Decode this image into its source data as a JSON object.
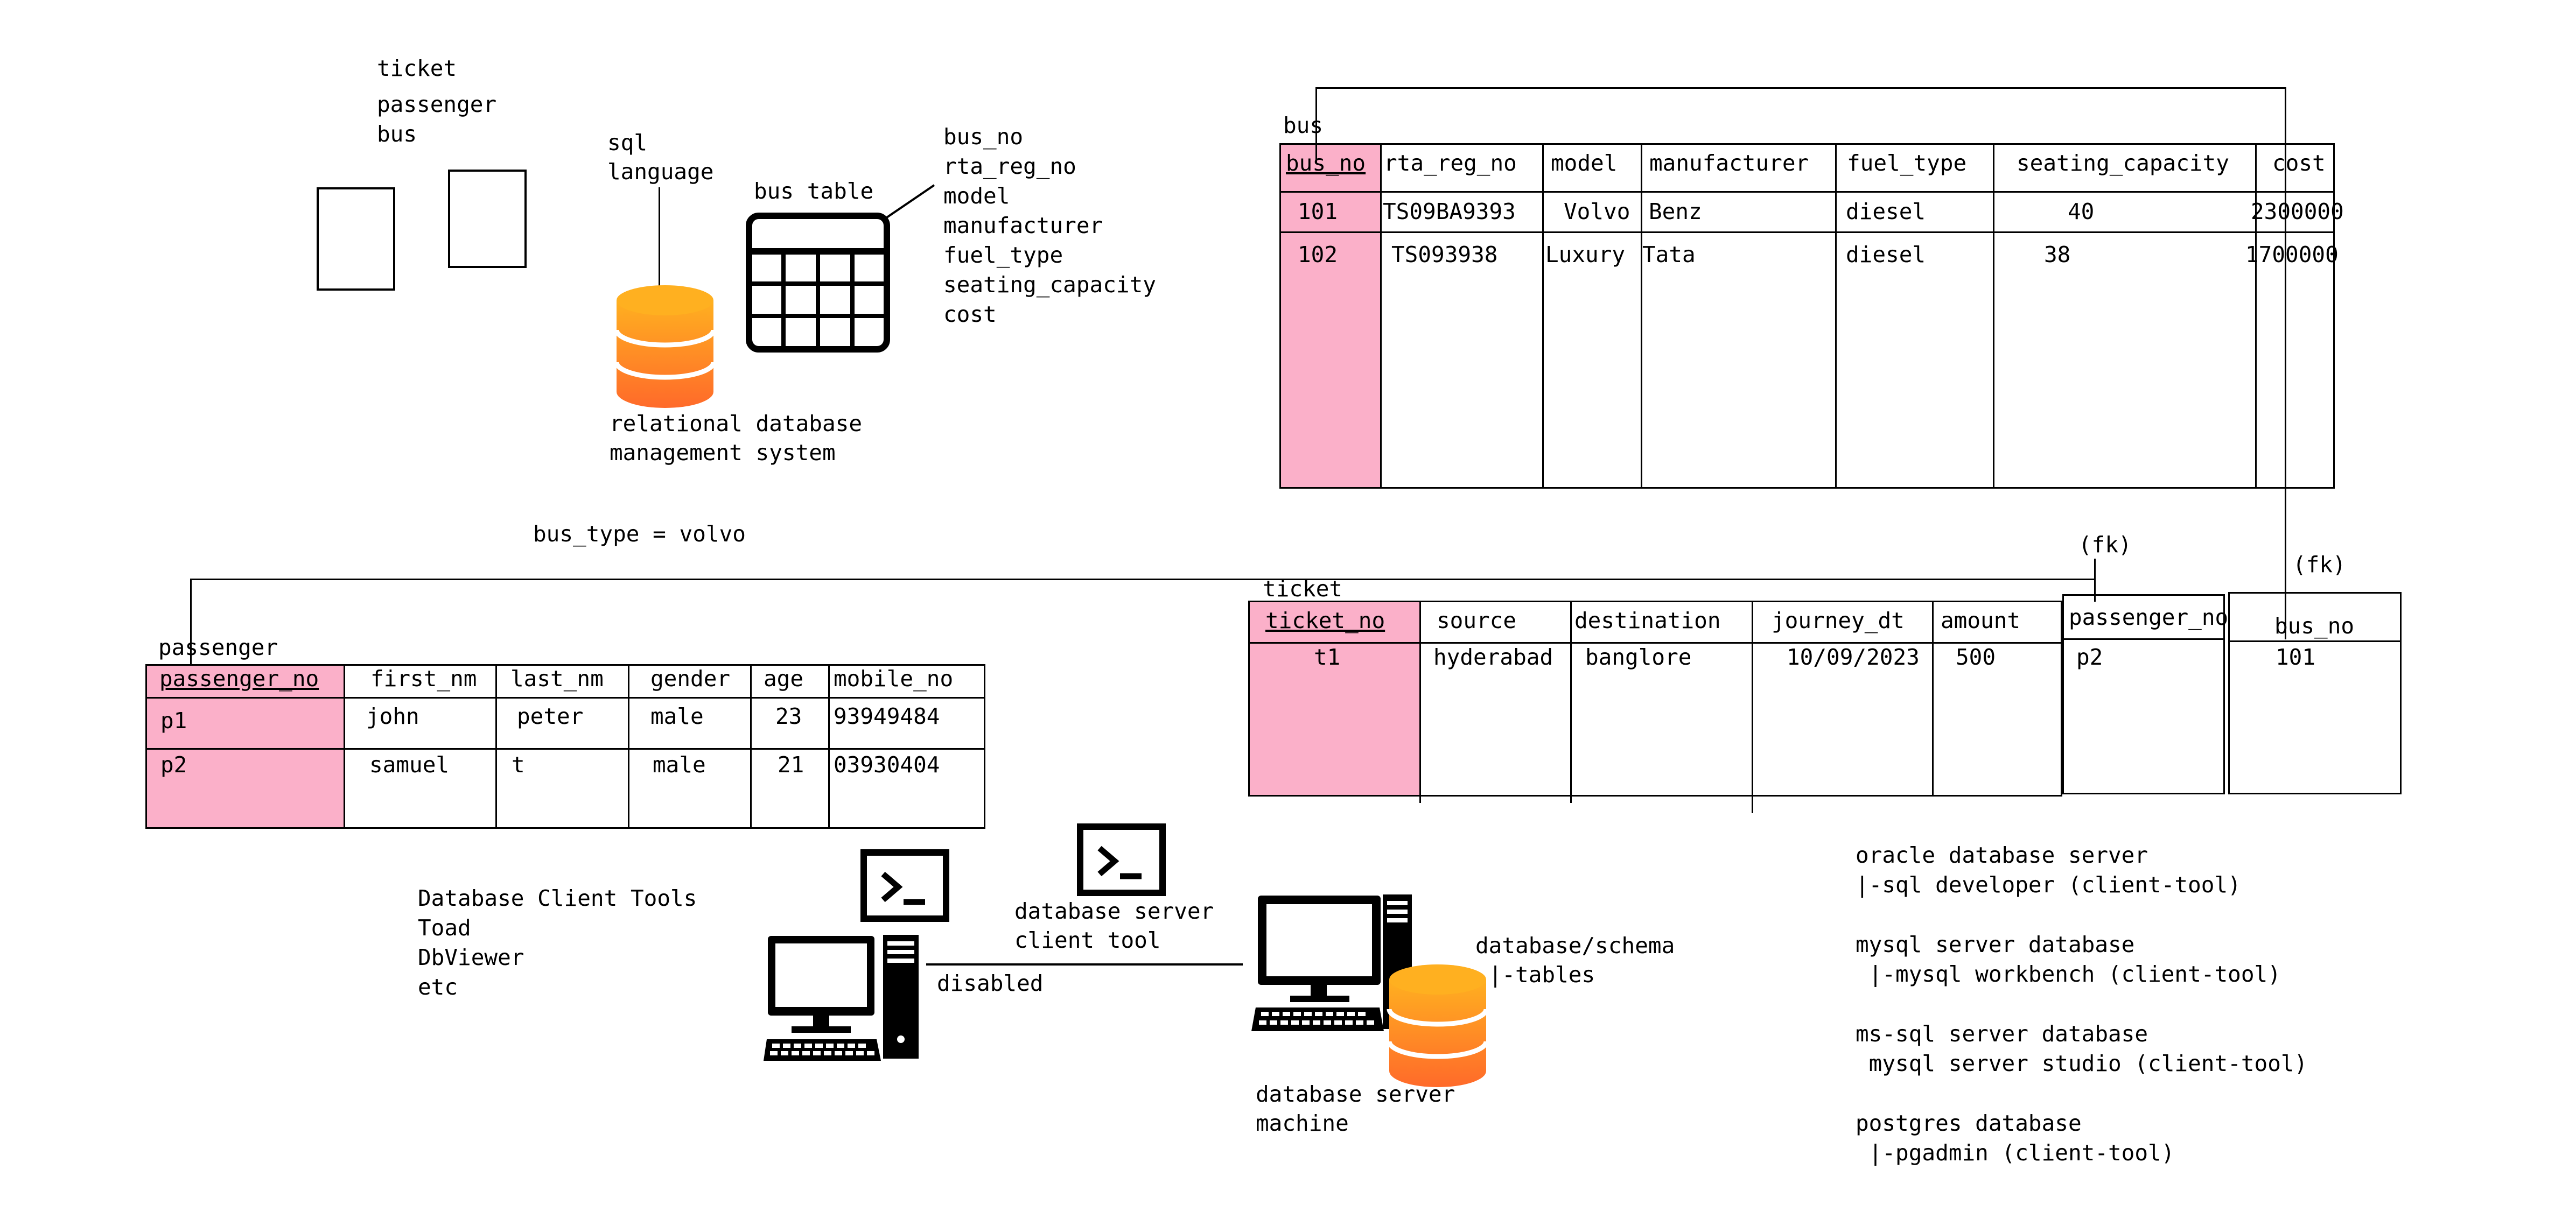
{
  "top_left": {
    "entities": [
      "ticket",
      "passenger",
      "bus"
    ]
  },
  "rdbms": {
    "language_label": "sql\nlanguage",
    "caption": "relational database\nmanagement system",
    "table_label": "bus table",
    "bus_columns": [
      "bus_no",
      "rta_reg_no",
      "model",
      "manufacturer",
      "fuel_type",
      "seating_capacity",
      "cost"
    ]
  },
  "bus_table": {
    "name": "bus",
    "headers": [
      "bus_no",
      "rta_reg_no",
      "model",
      "manufacturer",
      "fuel_type",
      "seating_capacity",
      "cost"
    ],
    "rows": [
      [
        "101",
        "TS09BA9393",
        "Volvo",
        "Benz",
        "diesel",
        "40",
        "2300000"
      ],
      [
        "102",
        "TS093938",
        "Luxury",
        "Tata",
        "diesel",
        "38",
        "1700000"
      ]
    ]
  },
  "note_bus_type": "bus_type = volvo",
  "passenger_table": {
    "name": "passenger",
    "headers": [
      "passenger_no",
      "first_nm",
      "last_nm",
      "gender",
      "age",
      "mobile_no"
    ],
    "rows": [
      [
        "p1",
        "john",
        "peter",
        "male",
        "23",
        "93949484"
      ],
      [
        "p2",
        "samuel",
        "t",
        "male",
        "21",
        "03930404"
      ]
    ]
  },
  "ticket_table": {
    "name": "ticket",
    "headers": [
      "ticket_no",
      "source",
      "destination",
      "journey_dt",
      "amount"
    ],
    "rows": [
      [
        "t1",
        "hyderabad",
        "banglore",
        "10/09/2023",
        "500"
      ]
    ],
    "fk1": {
      "label": "(fk)",
      "header": "passenger_no",
      "value": "p2"
    },
    "fk2": {
      "label": "(fk)",
      "header": "bus_no",
      "value": "101"
    }
  },
  "client_tools": {
    "title": "Database Client Tools",
    "items": [
      "Toad",
      "DbViewer",
      "etc"
    ]
  },
  "network": {
    "client_tool_label": "database server\nclient tool",
    "link_label": "disabled",
    "server_label": "database server\nmachine",
    "schema_label": "database/schema\n |-tables"
  },
  "servers": [
    {
      "name": "oracle database server",
      "tool": "|-sql developer (client-tool)"
    },
    {
      "name": "mysql server database",
      "tool": " |-mysql workbench (client-tool)"
    },
    {
      "name": "ms-sql server database",
      "tool": " mysql server studio (client-tool)"
    },
    {
      "name": "postgres database",
      "tool": " |-pgadmin (client-tool)"
    }
  ],
  "colors": {
    "primary_key_fill": "#fbb0c9",
    "db_orange_top": "#ffb020",
    "db_orange_bottom": "#ff6a2a"
  }
}
